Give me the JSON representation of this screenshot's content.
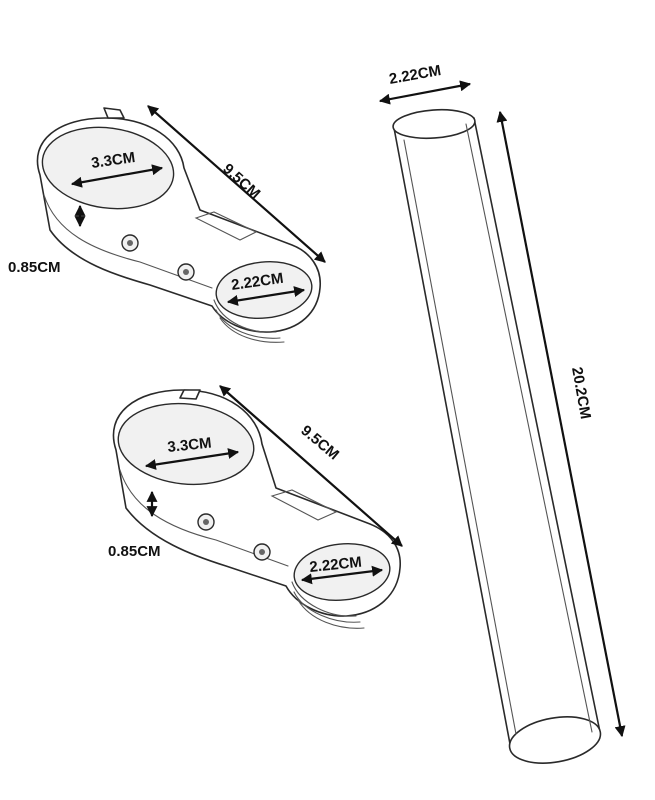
{
  "colors": {
    "line": "#2a2a2a",
    "dimension": "#111111",
    "background": "#ffffff"
  },
  "mount_top": {
    "length": "9.5CM",
    "ring_diameter": "3.3CM",
    "thickness": "0.85CM",
    "clamp_diameter": "2.22CM"
  },
  "mount_bottom": {
    "length": "9.5CM",
    "ring_diameter": "3.3CM",
    "thickness": "0.85CM",
    "clamp_diameter": "2.22CM"
  },
  "tube": {
    "diameter": "2.22CM",
    "length": "20.2CM"
  }
}
